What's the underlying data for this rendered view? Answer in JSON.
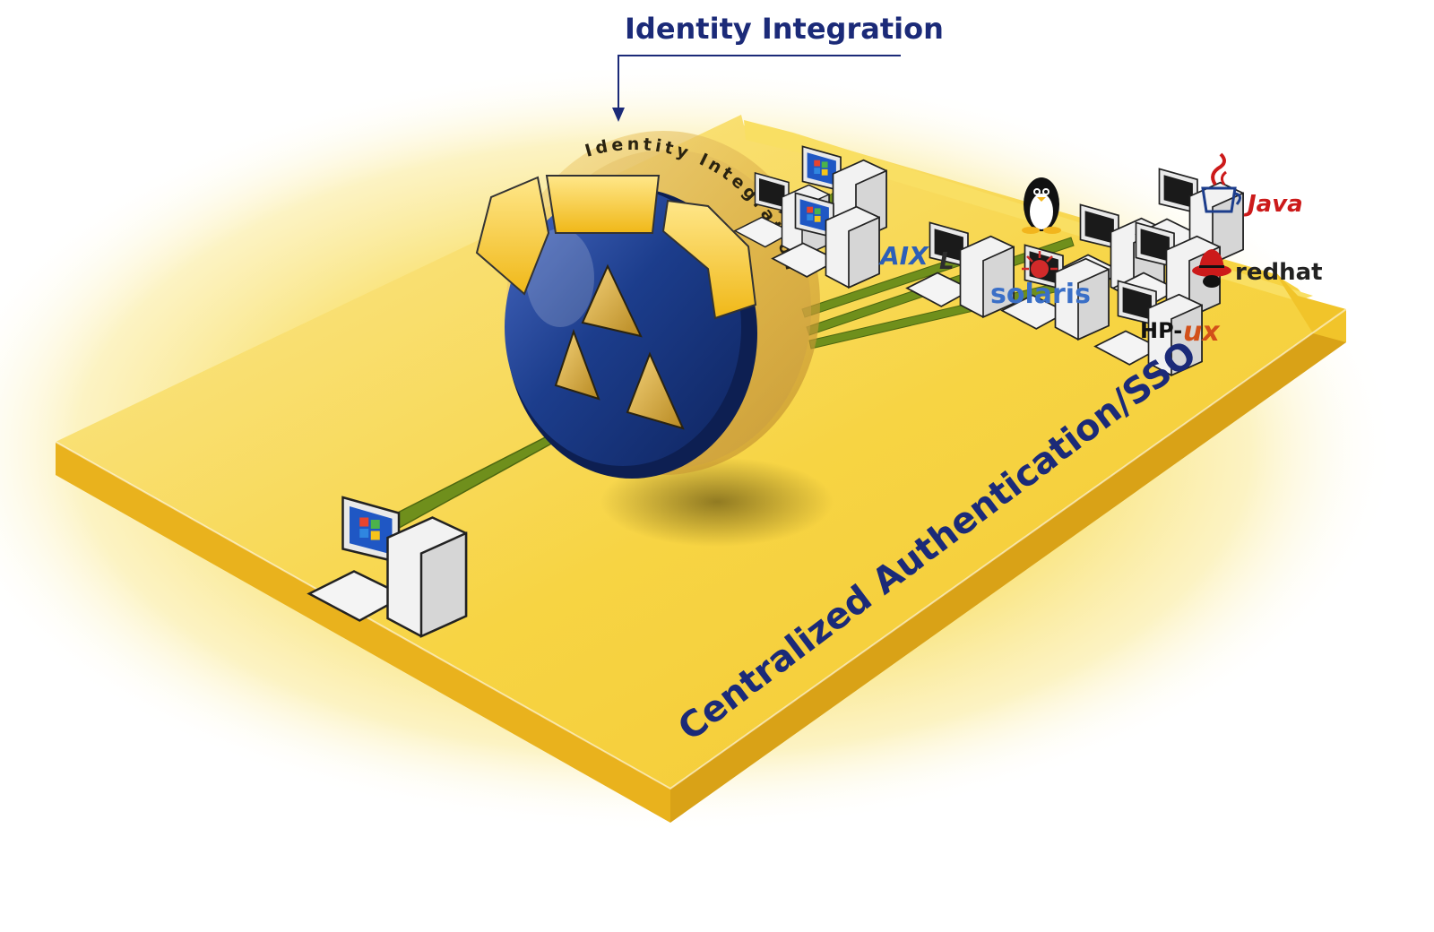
{
  "callout": {
    "title": "Identity Integration"
  },
  "hub": {
    "ring_text": "Identity Integration"
  },
  "platform": {
    "label": "Centralized Authentication/SSO"
  },
  "logos": {
    "aix": "AIX",
    "aix_l": "L",
    "solaris": "solaris",
    "java": "Java",
    "redhat": "redhat",
    "hpux_hp": "HP-",
    "hpux_ux": "ux"
  },
  "colors": {
    "platform_yellow": "#f7d443",
    "platform_edge": "#e8b520",
    "hub_blue": "#1c3d8c",
    "link_green": "#6f8f1c",
    "label_navy": "#1b2a78",
    "brand_red": "#cc1a1a"
  },
  "icons": [
    "windows-workstation-icon",
    "tux-penguin-icon",
    "redhat-shadowman-icon",
    "solaris-sun-icon",
    "java-cup-icon"
  ]
}
